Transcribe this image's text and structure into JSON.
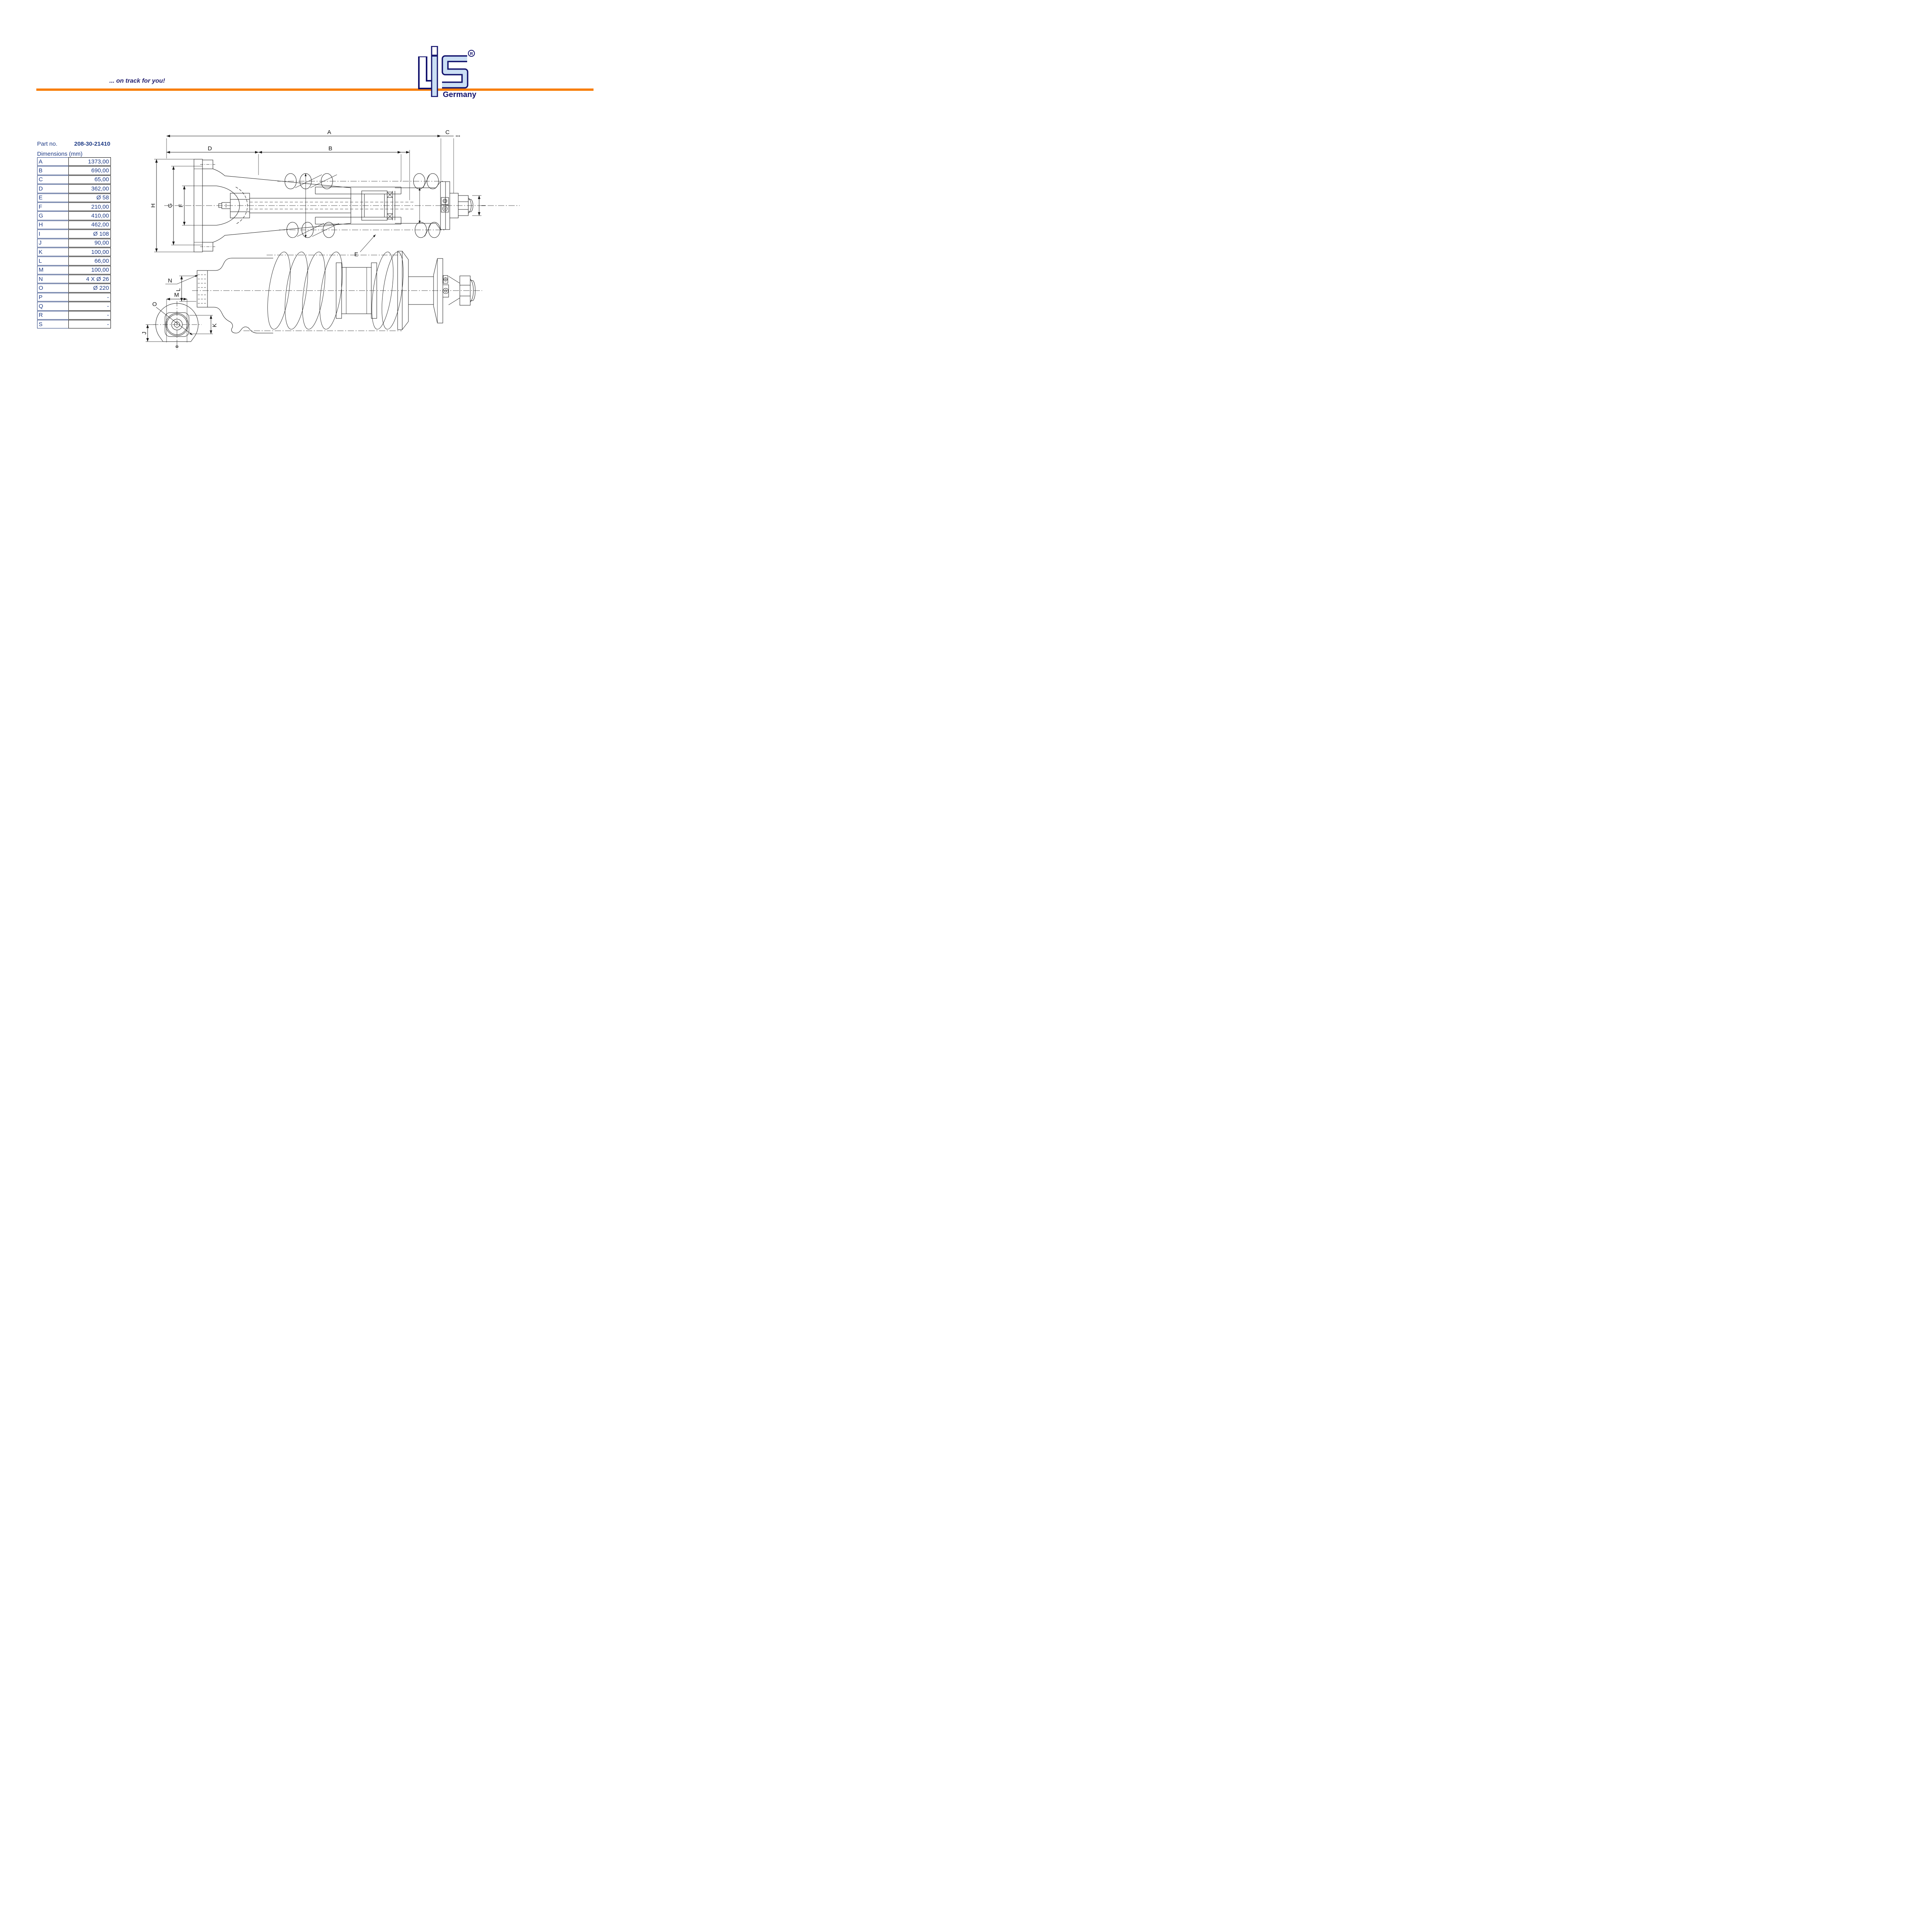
{
  "header": {
    "tagline": "... on track for you!",
    "rule_color": "#F87E08",
    "logo": {
      "letter_l": "L",
      "letter_i": "i",
      "letter_s": "S",
      "registered": "R",
      "country": "Germany",
      "navy": "#14146E",
      "light_blue": "#CBDFF4"
    }
  },
  "part": {
    "label": "Part no.",
    "number": "208-30-21410",
    "dimensions_label": "Dimensions (mm)"
  },
  "table": {
    "rows": [
      {
        "key": "A",
        "value": "1373,00"
      },
      {
        "key": "B",
        "value": "690,00"
      },
      {
        "key": "C",
        "value": "65,00"
      },
      {
        "key": "D",
        "value": "362,00"
      },
      {
        "key": "E",
        "value": "Ø 58"
      },
      {
        "key": "F",
        "value": "210,00"
      },
      {
        "key": "G",
        "value": "410,00"
      },
      {
        "key": "H",
        "value": "462,00"
      },
      {
        "key": "I",
        "value": "Ø 108"
      },
      {
        "key": "J",
        "value": "90,00"
      },
      {
        "key": "K",
        "value": "100,00"
      },
      {
        "key": "L",
        "value": "66,00"
      },
      {
        "key": "M",
        "value": "100,00"
      },
      {
        "key": "N",
        "value": "4 X Ø 26"
      },
      {
        "key": "O",
        "value": "Ø 220"
      },
      {
        "key": "P",
        "value": "-"
      },
      {
        "key": "Q",
        "value": "-"
      },
      {
        "key": "R",
        "value": "-"
      },
      {
        "key": "S",
        "value": "-"
      }
    ]
  },
  "drawing": {
    "labels": {
      "A": "A",
      "B": "B",
      "C": "C",
      "D": "D",
      "E": "E",
      "F": "F",
      "G": "G",
      "H": "H",
      "I": "I",
      "J": "J",
      "K": "K",
      "L": "L",
      "M": "M",
      "N": "N",
      "O": "O"
    }
  }
}
